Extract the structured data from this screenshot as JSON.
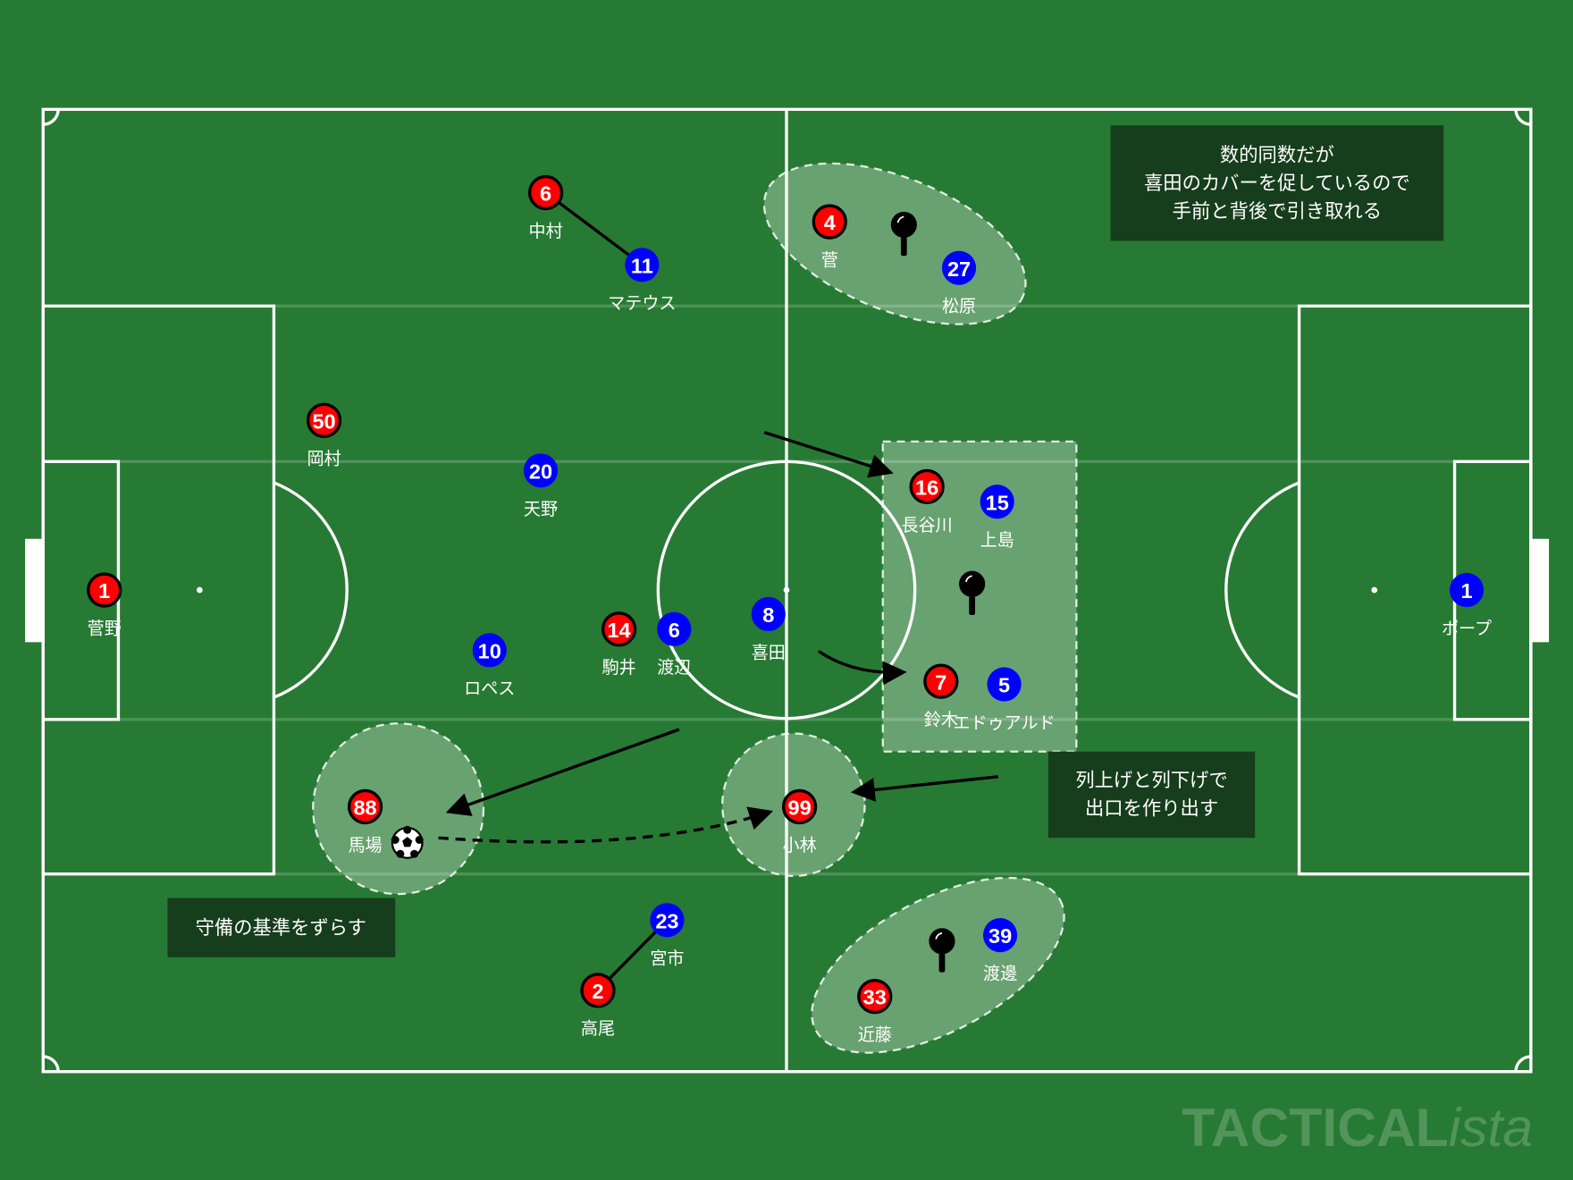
{
  "colors": {
    "pitch": "#277a33",
    "red_team": "#ff0000",
    "blue_team": "#0000ff",
    "note_bg": "#163d1c"
  },
  "players": [
    {
      "team": "red",
      "number": "1",
      "name": "菅野"
    },
    {
      "team": "red",
      "number": "50",
      "name": "岡村"
    },
    {
      "team": "red",
      "number": "6",
      "name": "中村"
    },
    {
      "team": "red",
      "number": "14",
      "name": "駒井"
    },
    {
      "team": "red",
      "number": "88",
      "name": "馬場"
    },
    {
      "team": "red",
      "number": "2",
      "name": "高尾"
    },
    {
      "team": "red",
      "number": "4",
      "name": "菅"
    },
    {
      "team": "red",
      "number": "16",
      "name": "長谷川"
    },
    {
      "team": "red",
      "number": "7",
      "name": "鈴木"
    },
    {
      "team": "red",
      "number": "99",
      "name": "小林"
    },
    {
      "team": "red",
      "number": "33",
      "name": "近藤"
    },
    {
      "team": "blue",
      "number": "11",
      "name": "マテウス"
    },
    {
      "team": "blue",
      "number": "20",
      "name": "天野"
    },
    {
      "team": "blue",
      "number": "10",
      "name": "ロペス"
    },
    {
      "team": "blue",
      "number": "6",
      "name": "渡辺"
    },
    {
      "team": "blue",
      "number": "8",
      "name": "喜田"
    },
    {
      "team": "blue",
      "number": "23",
      "name": "宮市"
    },
    {
      "team": "blue",
      "number": "27",
      "name": "松原"
    },
    {
      "team": "blue",
      "number": "15",
      "name": "上島"
    },
    {
      "team": "blue",
      "number": "5",
      "name": "エドゥアルド"
    },
    {
      "team": "blue",
      "number": "39",
      "name": "渡邊"
    },
    {
      "team": "blue",
      "number": "1",
      "name": "ポープ"
    }
  ],
  "notes": {
    "top_right": [
      "数的同数だが",
      "喜田のカバーを促しているので",
      "手前と背後で引き取れる"
    ],
    "middle_right": [
      "列上げと列下げで",
      "出口を作り出す"
    ],
    "bottom_left": [
      "守備の基準をずらす"
    ]
  },
  "watermark": {
    "main": "TACTICAL",
    "suffix": "ista"
  }
}
